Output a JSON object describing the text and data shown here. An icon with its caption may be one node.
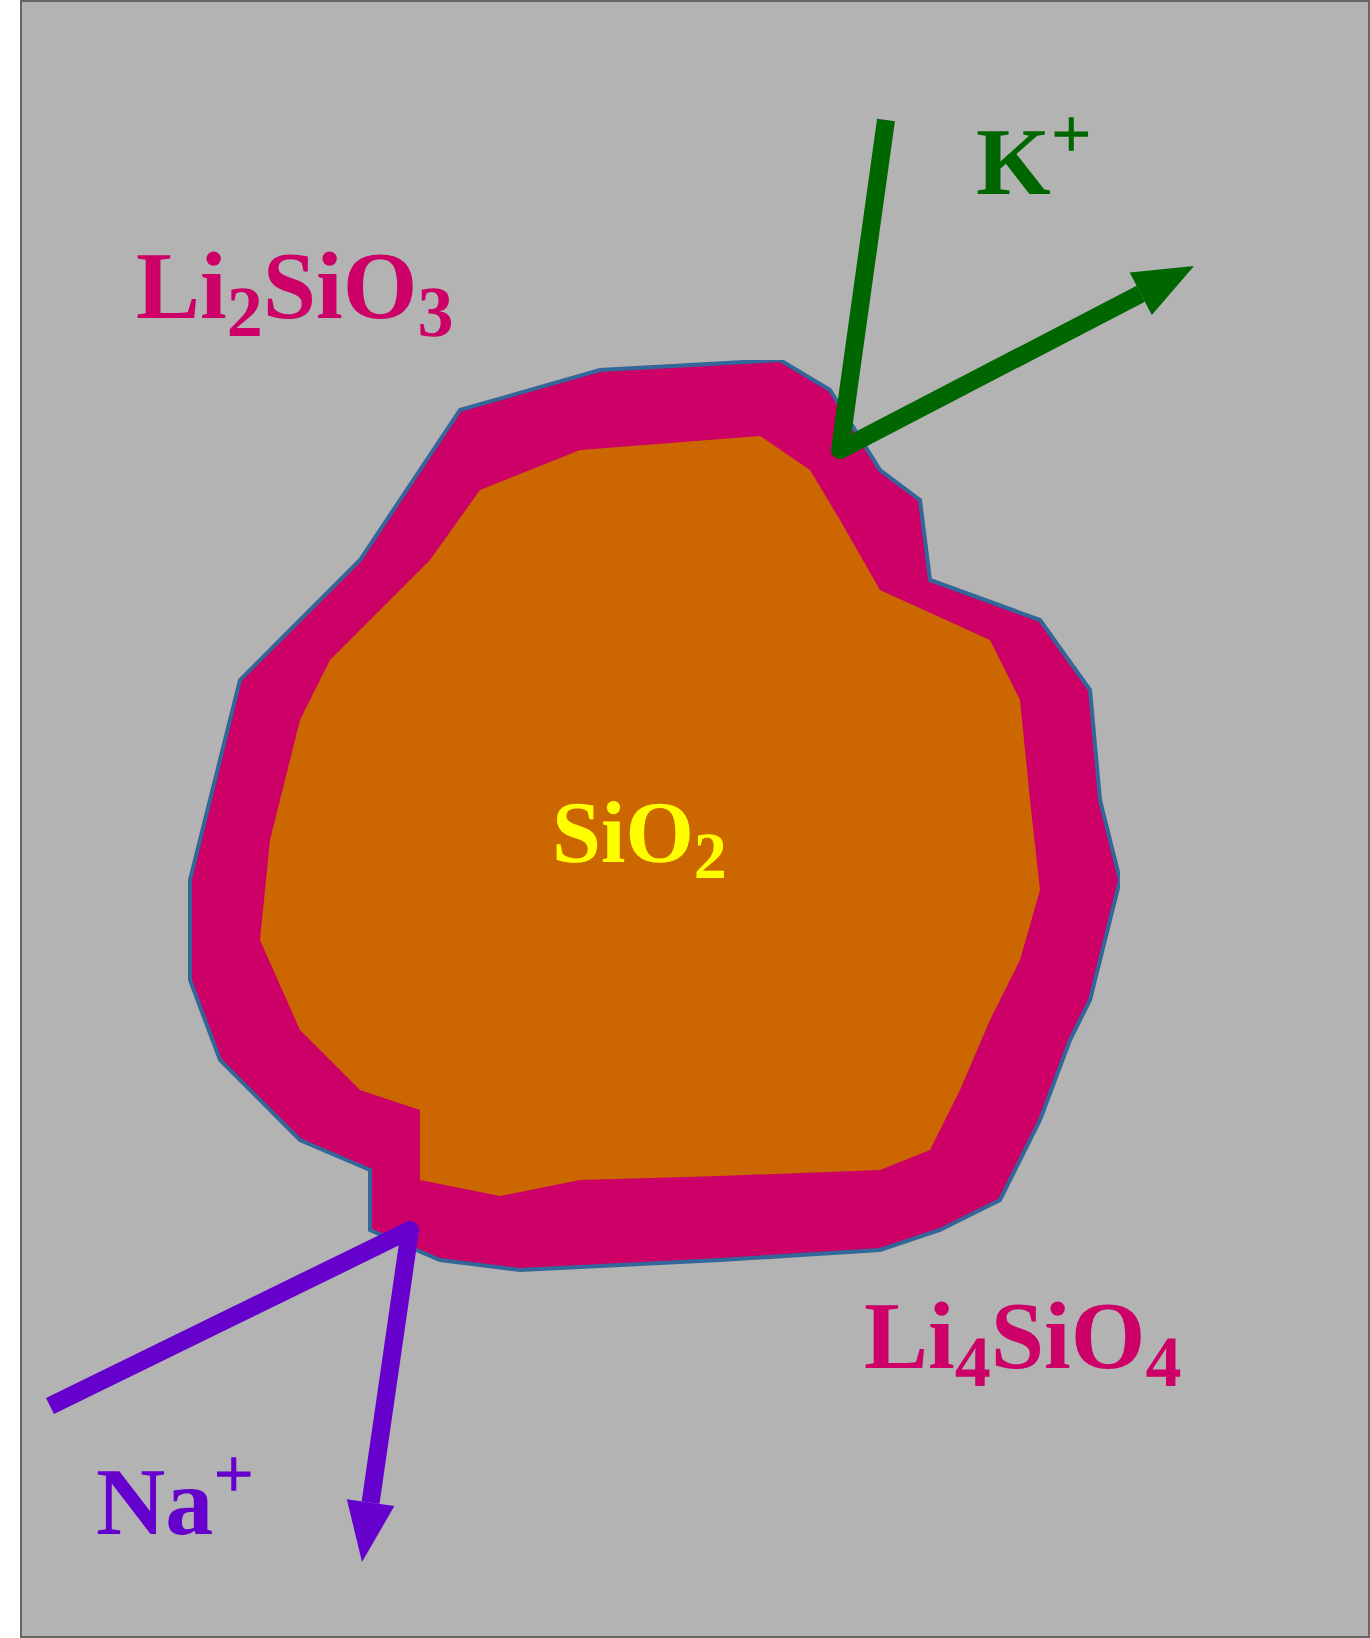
{
  "diagram": {
    "nodes": [
      {
        "text": [
          "Li$_{2}$SiO$_{3}$"
        ]
      },
      {
        "text": [
          "SiO$_{2}$"
        ],
        "in": 0
      }
    ],
    "labels": [
      "K$^{+}$",
      "Li$_{4}$SiO$_{4}$",
      "Na$^{+}$"
    ]
  }
}
